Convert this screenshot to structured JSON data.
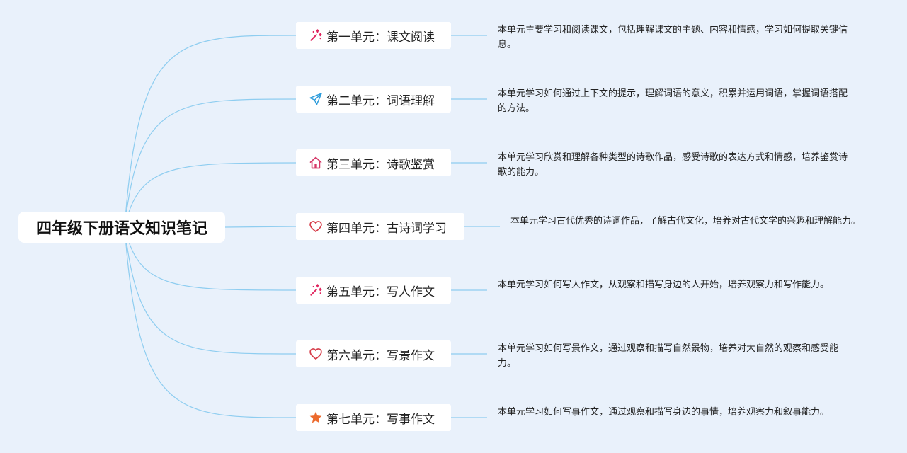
{
  "root": {
    "title": "四年级下册语文知识笔记"
  },
  "units": [
    {
      "label": "第一单元：课文阅读",
      "icon": "magic-wand-icon",
      "icon_color": "#e0245e",
      "description": "本单元主要学习和阅读课文，包括理解课文的主题、内容和情感，学习如何提取关键信息。"
    },
    {
      "label": "第二单元：词语理解",
      "icon": "paper-plane-icon",
      "icon_color": "#2d9cdb",
      "description": "本单元学习如何通过上下文的提示，理解词语的意义，积累并运用词语，掌握词语搭配的方法。"
    },
    {
      "label": "第三单元：诗歌鉴赏",
      "icon": "home-icon",
      "icon_color": "#d63868",
      "description": "本单元学习欣赏和理解各种类型的诗歌作品，感受诗歌的表达方式和情感，培养鉴赏诗歌的能力。"
    },
    {
      "label": "第四单元：古诗词学习",
      "icon": "heart-icon",
      "icon_color": "#d63d4a",
      "description": "本单元学习古代优秀的诗词作品，了解古代文化，培养对古代文学的兴趣和理解能力。"
    },
    {
      "label": "第五单元：写人作文",
      "icon": "magic-wand-icon",
      "icon_color": "#e0245e",
      "description": "本单元学习如何写人作文，从观察和描写身边的人开始，培养观察力和写作能力。"
    },
    {
      "label": "第六单元：写景作文",
      "icon": "heart-icon",
      "icon_color": "#d63d4a",
      "description": "本单元学习如何写景作文，通过观察和描写自然景物，培养对大自然的观察和感受能力。"
    },
    {
      "label": "第七单元：写事作文",
      "icon": "star-icon",
      "icon_color": "#ec6a2d",
      "description": "本单元学习如何写事作文，通过观察和描写身边的事情，培养观察力和叙事能力。"
    }
  ],
  "colors": {
    "background": "#e9f1fb",
    "connector": "#8ecdf0"
  }
}
